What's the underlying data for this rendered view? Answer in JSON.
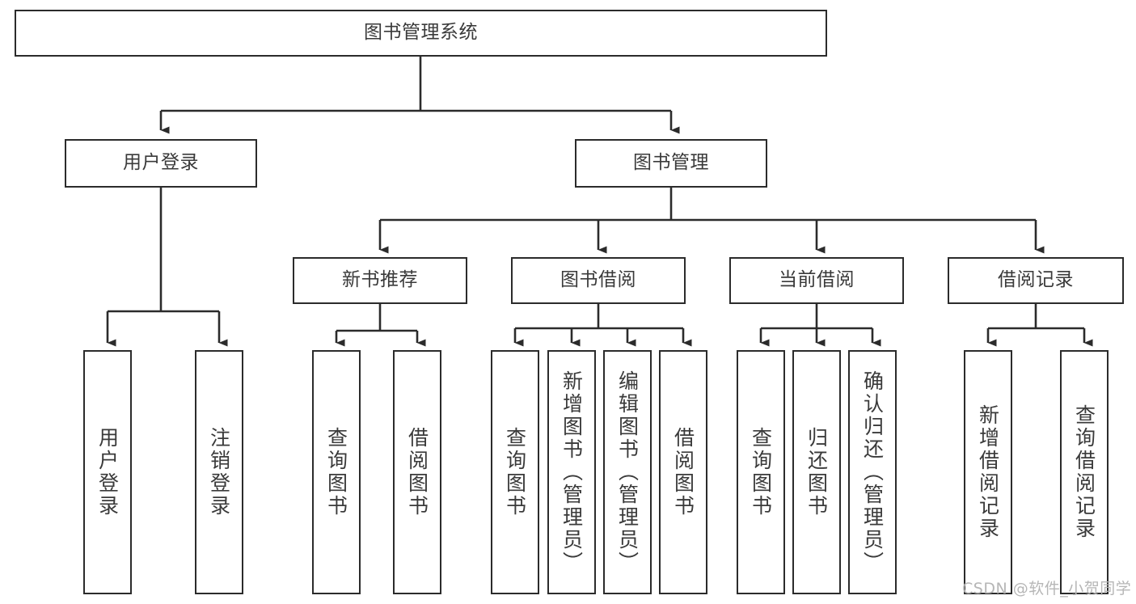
{
  "diagram": {
    "type": "tree-hierarchy-chart",
    "title": "图书管理系统",
    "watermark": "CSDN @软件_小贺同学",
    "colors": {
      "box_border": "#2b2b2b",
      "box_fill": "#ffffff",
      "connector": "#2b2b2b",
      "text": "#3a3a3a",
      "watermark": "#b6b6b6",
      "background": "#ffffff"
    },
    "nodes": {
      "root": {
        "label": "图书管理系统",
        "level": 0
      },
      "l1": [
        {
          "id": "user-login",
          "label": "用户登录",
          "level": 1
        },
        {
          "id": "book-manage",
          "label": "图书管理",
          "level": 1
        }
      ],
      "l2": [
        {
          "id": "new-book-recommend",
          "label": "新书推荐",
          "level": 2,
          "parent": "book-manage"
        },
        {
          "id": "book-borrow",
          "label": "图书借阅",
          "level": 2,
          "parent": "book-manage"
        },
        {
          "id": "current-borrow",
          "label": "当前借阅",
          "level": 2,
          "parent": "book-manage"
        },
        {
          "id": "borrow-record",
          "label": "借阅记录",
          "level": 2,
          "parent": "book-manage"
        }
      ],
      "leaves": [
        {
          "id": "leaf-user-login",
          "label": "用户登录",
          "parent": "user-login"
        },
        {
          "id": "leaf-logout-login",
          "label": "注销登录",
          "parent": "user-login"
        },
        {
          "id": "leaf-query-book-1",
          "label": "查询图书",
          "parent": "new-book-recommend"
        },
        {
          "id": "leaf-borrow-book-1",
          "label": "借阅图书",
          "parent": "new-book-recommend"
        },
        {
          "id": "leaf-query-book-2",
          "label": "查询图书",
          "parent": "book-borrow"
        },
        {
          "id": "leaf-add-book",
          "label": "新增图书（管理员）",
          "parent": "book-borrow"
        },
        {
          "id": "leaf-edit-book",
          "label": "编辑图书（管理员）",
          "parent": "book-borrow"
        },
        {
          "id": "leaf-borrow-book-2",
          "label": "借阅图书",
          "parent": "book-borrow"
        },
        {
          "id": "leaf-query-book-3",
          "label": "查询图书",
          "parent": "current-borrow"
        },
        {
          "id": "leaf-return-book",
          "label": "归还图书",
          "parent": "current-borrow"
        },
        {
          "id": "leaf-confirm-return",
          "label": "确认归还（管理员）",
          "parent": "current-borrow"
        },
        {
          "id": "leaf-add-record",
          "label": "新增借阅记录",
          "parent": "borrow-record"
        },
        {
          "id": "leaf-query-record",
          "label": "查询借阅记录",
          "parent": "borrow-record"
        }
      ]
    }
  }
}
